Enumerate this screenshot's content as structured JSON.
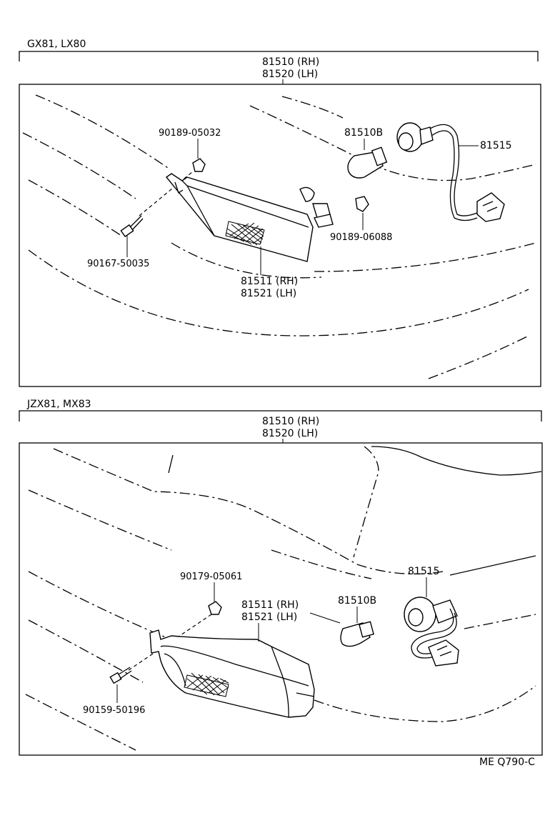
{
  "top": {
    "models": "GX81, LX80",
    "assembly_rh": "81510 (RH)",
    "assembly_lh": "81520 (LH)",
    "nut_part": "90189-05032",
    "screw_part": "90167-50035",
    "lens_rh": "81511 (RH)",
    "lens_lh": "81521 (LH)",
    "bulb_part": "81510B",
    "socket_part": "81515",
    "clip_part": "90189-06088"
  },
  "bottom": {
    "models": "JZX81, MX83",
    "assembly_rh": "81510 (RH)",
    "assembly_lh": "81520 (LH)",
    "nut_part": "90179-05061",
    "lens_rh": "81511 (RH)",
    "lens_lh": "81521 (LH)",
    "bulb_part": "81510B",
    "socket_part": "81515",
    "screw_part": "90159-50196"
  },
  "footer": {
    "code": "ME Q790-C"
  }
}
